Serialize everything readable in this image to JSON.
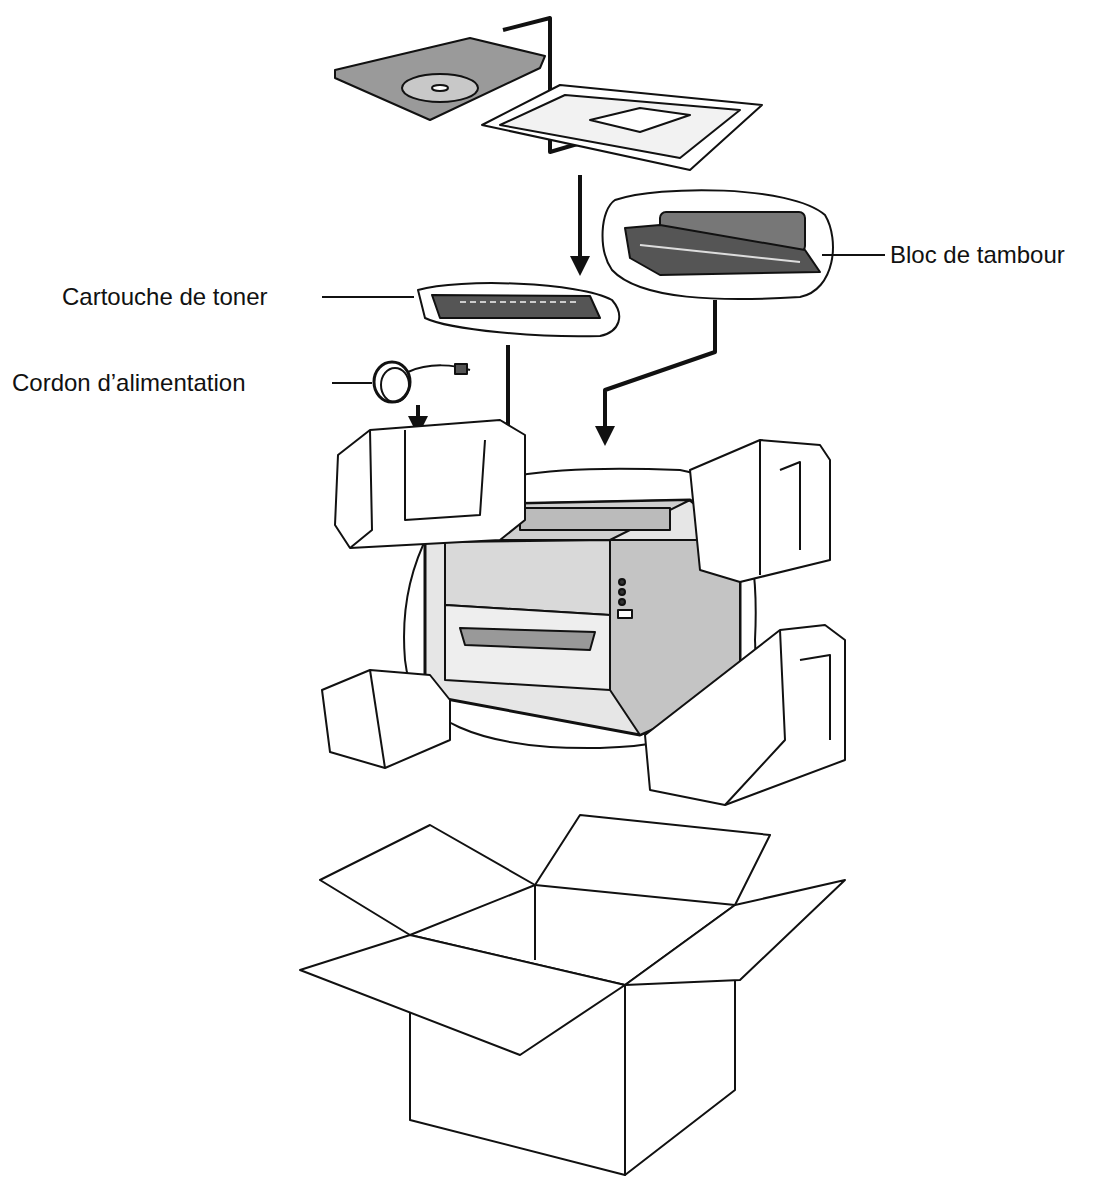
{
  "diagram": {
    "labels": [
      "Bloc de tambour",
      "Cartouche de toner",
      "Cordon d’alimentation"
    ]
  }
}
